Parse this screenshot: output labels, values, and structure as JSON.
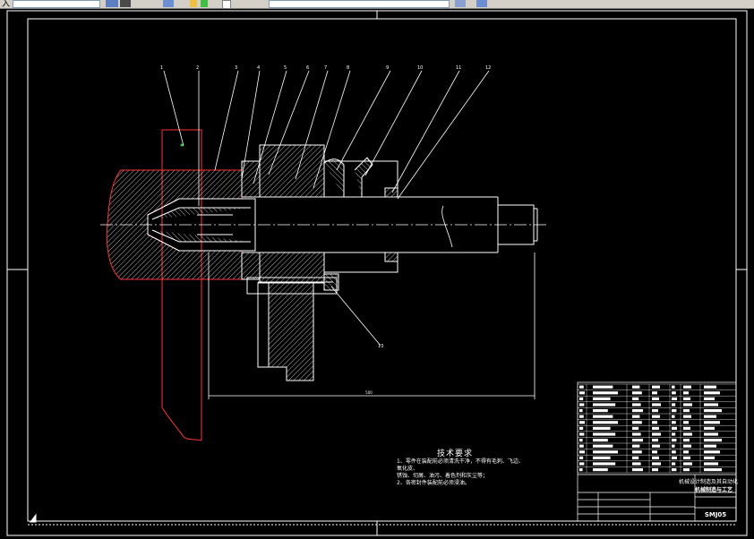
{
  "toolbar": {
    "menu_label": "入",
    "colors": {
      "bar": "#d4d0c8"
    }
  },
  "drawing": {
    "balloons": [
      "1",
      "2",
      "3",
      "4",
      "5",
      "6",
      "7",
      "8",
      "9",
      "10",
      "11",
      "12",
      "13"
    ],
    "dimension_label": "500",
    "colors": {
      "lines": "#ffffff",
      "section": "#ff3333",
      "leaders": "#ffffff",
      "accent_green": "#22cc22"
    }
  },
  "notes": {
    "title": "技术要求",
    "items": [
      "1、零件在装配前必须清洗干净，不得有毛刺、飞边、",
      "氧化皮、",
      "锈蚀、切屑、油污、着色剂和灰尘等；",
      "2、各密封件装配前必须浸油。"
    ]
  },
  "title_block": {
    "school": "机械设计制造及其自动化",
    "drawing_no": "SMJ05",
    "sub_label": "机械制造与工艺"
  }
}
